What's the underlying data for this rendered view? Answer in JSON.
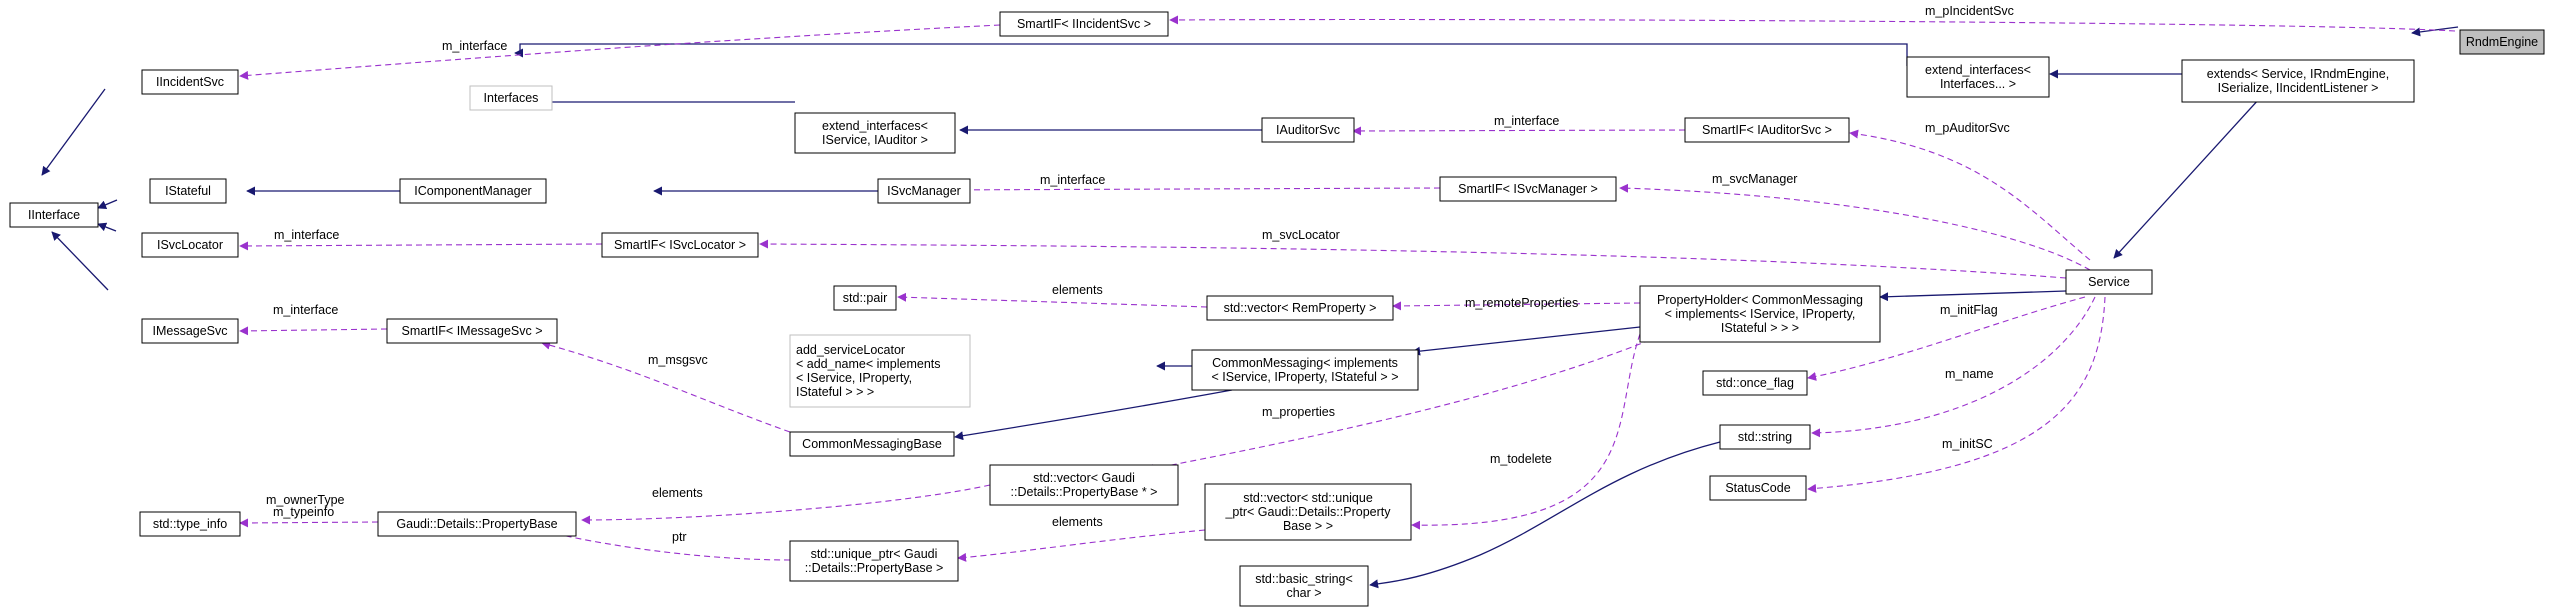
{
  "colors": {
    "inheritance": "#191970",
    "usage": "#9a32cd",
    "node_border": "#000000",
    "root_fill": "#bfbfbf"
  },
  "nodes": {
    "rndm_engine": [
      "RndmEngine"
    ],
    "extends_service": [
      "extends< Service, IRndmEngine,",
      "ISerialize, IIncidentListener >"
    ],
    "extend_interfaces_dots": [
      "extend_interfaces<",
      "Interfaces... >"
    ],
    "smartif_iincidentsvc": [
      "SmartIF< IIncidentSvc >"
    ],
    "iincidentsvc": [
      "IIncidentSvc"
    ],
    "interfaces": [
      "Interfaces"
    ],
    "extend_interfaces_auditor": [
      "extend_interfaces<",
      "IService, IAuditor >"
    ],
    "iauditorsvc": [
      "IAuditorSvc"
    ],
    "smartif_iauditorsvc": [
      "SmartIF< IAuditorSvc >"
    ],
    "iinterface": [
      "IInterface"
    ],
    "istateful": [
      "IStateful"
    ],
    "icomponentmanager": [
      "IComponentManager"
    ],
    "isvcmanager": [
      "ISvcManager"
    ],
    "smartif_isvcmanager": [
      "SmartIF< ISvcManager >"
    ],
    "isvclocator": [
      "ISvcLocator"
    ],
    "smartif_isvclocator": [
      "SmartIF< ISvcLocator >"
    ],
    "service": [
      "Service"
    ],
    "imessagesvc": [
      "IMessageSvc"
    ],
    "smartif_imessagesvc": [
      "SmartIF< IMessageSvc >"
    ],
    "std_pair": [
      "std::pair"
    ],
    "vector_remproperty": [
      "std::vector< RemProperty >"
    ],
    "propertyholder": [
      "PropertyHolder< CommonMessaging",
      "< implements< IService, IProperty,",
      "IStateful > > >"
    ],
    "add_servicelocator": [
      "add_serviceLocator",
      "< add_name< implements",
      "< IService, IProperty,",
      "IStateful > > >"
    ],
    "commonmessaging": [
      "CommonMessaging< implements",
      "< IService, IProperty, IStateful > >"
    ],
    "std_once_flag": [
      "std::once_flag"
    ],
    "commonmessagingbase": [
      "CommonMessagingBase"
    ],
    "std_string": [
      "std::string"
    ],
    "vector_propertybase_ptr": [
      "std::vector< Gaudi",
      "::Details::PropertyBase * >"
    ],
    "statuscode": [
      "StatusCode"
    ],
    "std_type_info": [
      "std::type_info"
    ],
    "propertybase": [
      "Gaudi::Details::PropertyBase"
    ],
    "vector_unique_ptr": [
      "std::vector< std::unique",
      "_ptr< Gaudi::Details::Property",
      "Base > >"
    ],
    "unique_ptr_propertybase": [
      "std::unique_ptr< Gaudi",
      "::Details::PropertyBase >"
    ],
    "basic_string": [
      "std::basic_string<",
      "char >"
    ]
  },
  "edge_labels": {
    "m_pincidentsvc": "m_pIncidentSvc",
    "m_interface_incident": "m_interface",
    "m_interface_auditor": "m_interface",
    "m_pauditorsvc": "m_pAuditorSvc",
    "m_interface_svcmanager": "m_interface",
    "m_svcmanager": "m_svcManager",
    "m_interface_svclocator": "m_interface",
    "m_svclocator": "m_svcLocator",
    "elements_pair": "elements",
    "m_remoteproperties": "m_remoteProperties",
    "m_interface_msgsvc": "m_interface",
    "m_initflag": "m_initFlag",
    "m_msgsvc": "m_msgsvc",
    "m_name": "m_name",
    "m_properties": "m_properties",
    "m_inittsc": "m_initSC",
    "m_todelete": "m_todelete",
    "elements_vector_ptr": "elements",
    "m_ownertype": "m_ownerType",
    "m_typeinfo": "m_typeinfo",
    "elements_unique": "elements",
    "ptr": "ptr"
  }
}
